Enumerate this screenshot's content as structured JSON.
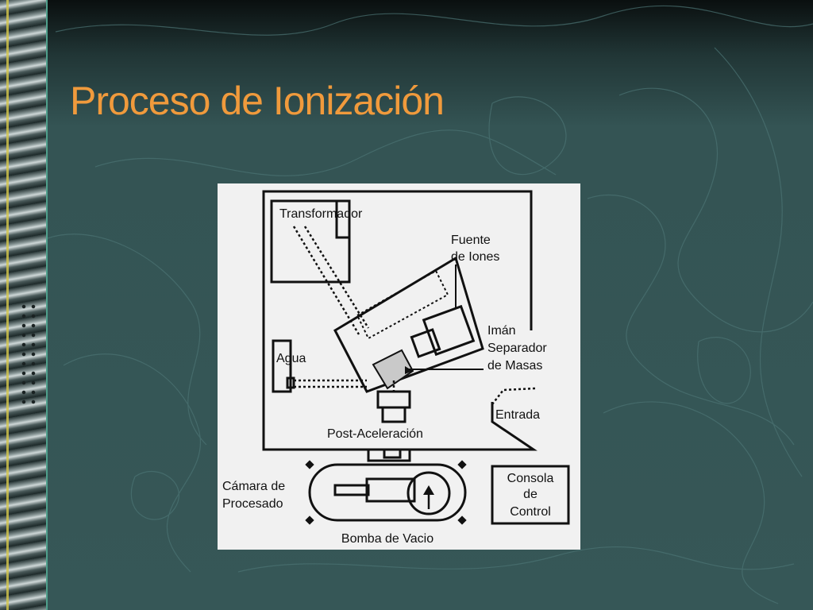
{
  "slide": {
    "title": "Proceso de Ionización"
  },
  "diagram": {
    "labels": {
      "transformador": "Transformador",
      "fuente_line1": "Fuente",
      "fuente_line2": "de Iones",
      "iman_line1": "Imán",
      "iman_line2": "Separador",
      "iman_line3": "de Masas",
      "agua": "Agua",
      "entrada": "Entrada",
      "post_aceleracion": "Post-Aceleración",
      "camara_line1": "Cámara de",
      "camara_line2": "Procesado",
      "consola_line1": "Consola",
      "consola_line2": "de",
      "consola_line3": "Control",
      "bomba": "Bomba de Vacio"
    }
  }
}
